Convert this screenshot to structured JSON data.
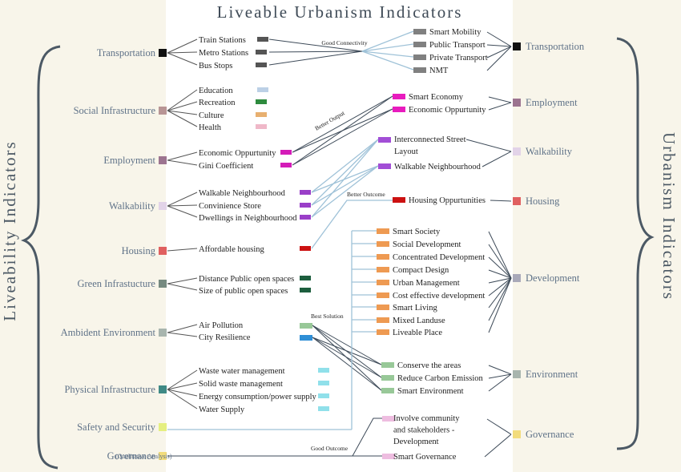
{
  "title": "Liveable Urbanism Indicators",
  "left_vertical": "Liveability Indicators",
  "right_vertical": "Urbanism Indicators",
  "left_categories": [
    {
      "label": "Transportation",
      "color": "#111111"
    },
    {
      "label": "Social Infrastructure",
      "color": "#b89595"
    },
    {
      "label": "Employment",
      "color": "#9c7490"
    },
    {
      "label": "Walkability",
      "color": "#e2d3e8"
    },
    {
      "label": "Housing",
      "color": "#e06060"
    },
    {
      "label": "Green Infrastucture",
      "color": "#768a80"
    },
    {
      "label": "Ambident Environment",
      "color": "#a8b5ae"
    },
    {
      "label": "Physical Infrastructure",
      "color": "#3f8a86"
    },
    {
      "label": "Safety and Security",
      "color": "#e5ef80"
    },
    {
      "label": "Governance",
      "color": "#f2dc7c"
    }
  ],
  "governance_note": "(Qualitative Analysis)",
  "sub_indicators": [
    {
      "label": "Train Stations",
      "color": "#555555"
    },
    {
      "label": "Metro Stations",
      "color": "#555555"
    },
    {
      "label": "Bus Stops",
      "color": "#555555"
    },
    {
      "label": "Education",
      "color": "#bcd0e6"
    },
    {
      "label": "Recreation",
      "color": "#2e8b3e"
    },
    {
      "label": "Culture",
      "color": "#e8b070"
    },
    {
      "label": "Health",
      "color": "#efb8c8"
    },
    {
      "label": "Economic Oppurtunity",
      "color": "#d41cb8"
    },
    {
      "label": "Gini Coefficient",
      "color": "#d41cb8"
    },
    {
      "label": "Walkable Neighbourhood",
      "color": "#9a3fc8"
    },
    {
      "label": "Convinience Store",
      "color": "#9a3fc8"
    },
    {
      "label": "Dwellings in Neighbourhood",
      "color": "#9a3fc8"
    },
    {
      "label": "Affordable housing",
      "color": "#cc1111"
    },
    {
      "label": "Distance Public open spaces",
      "color": "#1d5e3e"
    },
    {
      "label": "Size of public open spaces",
      "color": "#1d5e3e"
    },
    {
      "label": "Air Pollution",
      "color": ""
    },
    {
      "label": "City Resilience",
      "color": ""
    },
    {
      "label": "Waste water management",
      "color": "#90e0ea"
    },
    {
      "label": "Solid waste management",
      "color": "#90e0ea"
    },
    {
      "label": "Energy consumption/power supply",
      "color": "#90e0ea"
    },
    {
      "label": "Water Supply",
      "color": "#90e0ea"
    }
  ],
  "link_labels": {
    "good_connectivity": "Good Connectivity",
    "better_output": "Better Output",
    "better_outcome": "Better Outcome",
    "best_solution": "Best Solution",
    "good_outcome": "Good Outcome"
  },
  "air_colors": [
    "#98c898",
    "#2f8fd6"
  ],
  "urban_indicators": [
    {
      "label": "Smart Mobility",
      "color": "#808080"
    },
    {
      "label": "Public Transport",
      "color": "#808080"
    },
    {
      "label": "Private Transport",
      "color": "#808080"
    },
    {
      "label": "NMT",
      "color": "#808080"
    },
    {
      "label": "Smart Economy",
      "color": "#e81cbe"
    },
    {
      "label": "Economic Oppurtunity",
      "color": "#e81cbe"
    },
    {
      "label": "Interconnected Street Layout",
      "color": "#a24ed6"
    },
    {
      "label": "Walkable Neighbourhood",
      "color": "#a24ed6"
    },
    {
      "label": "Housing Oppurtunities",
      "color": "#cc1111"
    },
    {
      "label": "Smart Society",
      "color": "#ee9a52"
    },
    {
      "label": "Social Development",
      "color": "#ee9a52"
    },
    {
      "label": "Concentrated Development",
      "color": "#ee9a52"
    },
    {
      "label": "Compact Design",
      "color": "#ee9a52"
    },
    {
      "label": "Urban Management",
      "color": "#ee9a52"
    },
    {
      "label": "Cost effective development",
      "color": "#ee9a52"
    },
    {
      "label": "Smart Living",
      "color": "#ee9a52"
    },
    {
      "label": "Mixed Landuse",
      "color": "#ee9a52"
    },
    {
      "label": "Liveable Place",
      "color": "#ee9a52"
    },
    {
      "label": "Conserve the areas",
      "color": "#98c898"
    },
    {
      "label": "Reduce Carbon Emission",
      "color": "#98c898"
    },
    {
      "label": "Smart Environment",
      "color": "#98c898"
    },
    {
      "label": "Involve community and stakeholders - Development",
      "color": "#eebde0"
    },
    {
      "label": "Smart Governance",
      "color": "#eebde0"
    }
  ],
  "right_categories": [
    {
      "label": "Transportation",
      "color": "#111111"
    },
    {
      "label": "Employment",
      "color": "#9c7490"
    },
    {
      "label": "Walkability",
      "color": "#e2d3e8"
    },
    {
      "label": "Housing",
      "color": "#e06060"
    },
    {
      "label": "Development",
      "color": "#a9a9b9"
    },
    {
      "label": "Environment",
      "color": "#a8b5ae"
    },
    {
      "label": "Governance",
      "color": "#f2dc7c"
    }
  ]
}
